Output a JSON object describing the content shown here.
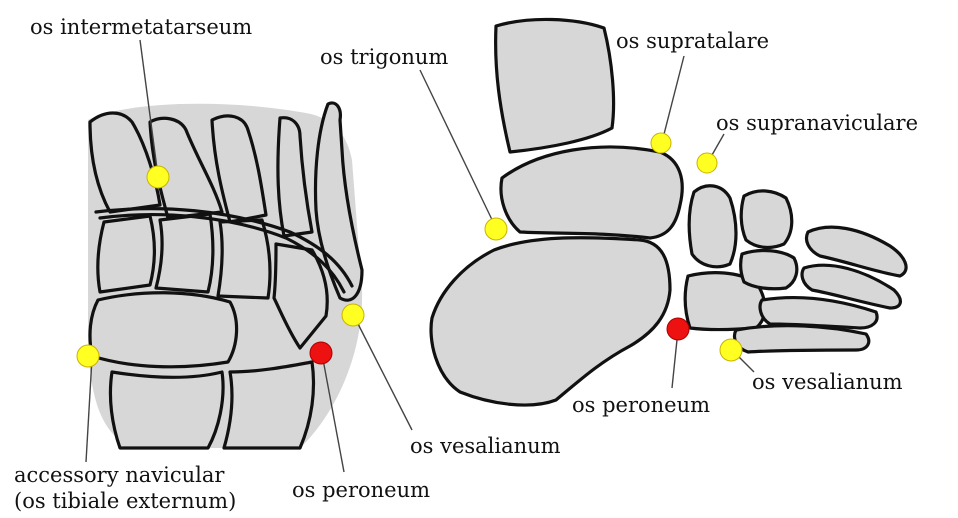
{
  "labels": {
    "os_intermetatarseum": "os intermetatarseum",
    "os_trigonum": "os trigonum",
    "os_supratalare": "os supratalare",
    "os_supranaviculare": "os supranaviculare",
    "accessory_navicular_1": "accessory navicular",
    "accessory_navicular_2": "(os tibiale externum)",
    "os_peroneum_dorsal": "os peroneum",
    "os_vesalianum_dorsal": "os vesalianum",
    "os_peroneum_lateral": "os peroneum",
    "os_vesalianum_lateral": "os vesalianum"
  },
  "colors": {
    "bone_fill": "#d7d7d7",
    "outline": "#111111",
    "yellow_marker": "#ffff22",
    "red_marker": "#ee1111"
  }
}
